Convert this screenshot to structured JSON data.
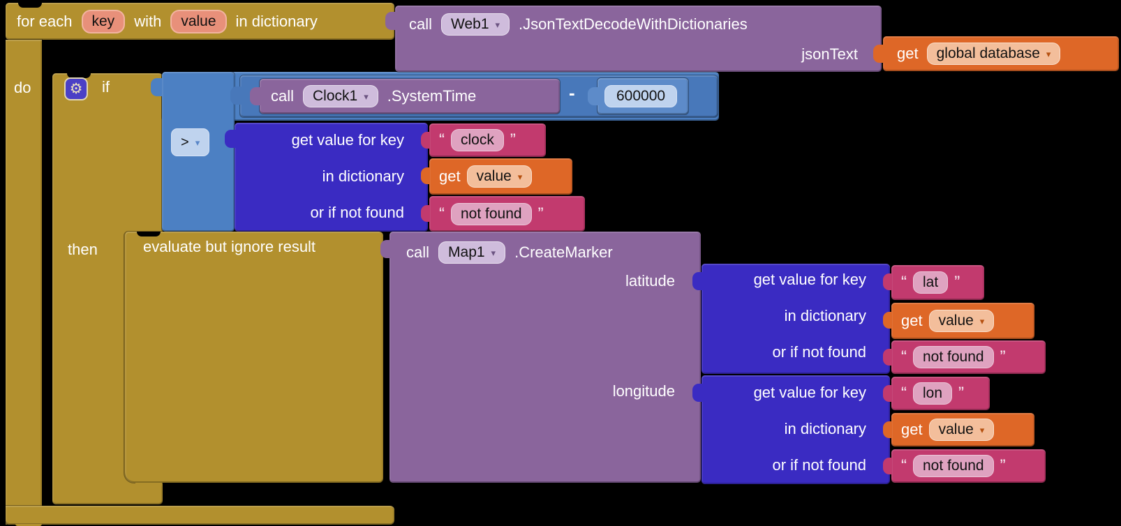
{
  "colors": {
    "background": "#000000",
    "control_gold": "#B2902E",
    "component_purple": "#8A659C",
    "math_blue": "#4C80C3",
    "dictionary_indigo": "#3A2BC2",
    "text_magenta": "#C23A6E",
    "variable_orange": "#DE6727",
    "field_light_purple": "#CFBCDC",
    "field_light_blue": "#BFD3EE",
    "field_pink": "#DFA2C0",
    "field_light_orange": "#F3BE9B",
    "param_salmon": "#E8907A"
  },
  "glyphs": {
    "caret": "▾",
    "quote_open": "“",
    "quote_close": "”",
    "gear": "⚙",
    "minus": "-"
  },
  "blocks": {
    "for_each": {
      "prefix": "for each",
      "key": "key",
      "with": "with",
      "value": "value",
      "suffix": "in dictionary",
      "do": "do"
    },
    "web_call": {
      "call": "call",
      "component": "Web1",
      "method": ".JsonTextDecodeWithDictionaries",
      "param": "jsonText"
    },
    "get_database": {
      "get": "get",
      "variable": "global database"
    },
    "if_block": {
      "if": "if",
      "then": "then"
    },
    "clock_call": {
      "call": "call",
      "component": "Clock1",
      "method": ".SystemTime"
    },
    "number": {
      "value": "600000"
    },
    "compare": {
      "operator": ">"
    },
    "dict_labels": {
      "row1": "get value for key",
      "row2": "in dictionary",
      "row3": "or if not found"
    },
    "key_clock": {
      "value": "clock"
    },
    "key_lat": {
      "value": "lat"
    },
    "key_lon": {
      "value": "lon"
    },
    "get_value": {
      "get": "get",
      "variable": "value"
    },
    "not_found": {
      "value": "not found"
    },
    "evaluate": {
      "label": "evaluate but ignore result"
    },
    "map_call": {
      "call": "call",
      "component": "Map1",
      "method": ".CreateMarker",
      "param_latitude": "latitude",
      "param_longitude": "longitude"
    }
  }
}
